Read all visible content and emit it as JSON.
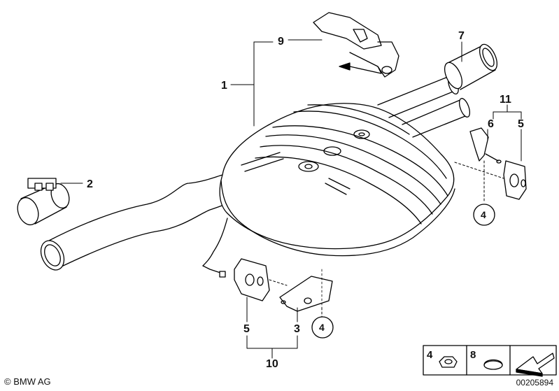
{
  "diagram": {
    "labels": {
      "part_1": "1",
      "part_2": "2",
      "part_3": "3",
      "part_4a": "4",
      "part_4b": "4",
      "part_5a": "5",
      "part_5b": "5",
      "part_6": "6",
      "part_7": "7",
      "part_9": "9",
      "part_10": "10",
      "part_11": "11"
    },
    "legend": {
      "item_4": "4",
      "item_8": "8"
    }
  },
  "footer": {
    "copyright": "© BMW AG",
    "diagram_id": "00205894"
  }
}
